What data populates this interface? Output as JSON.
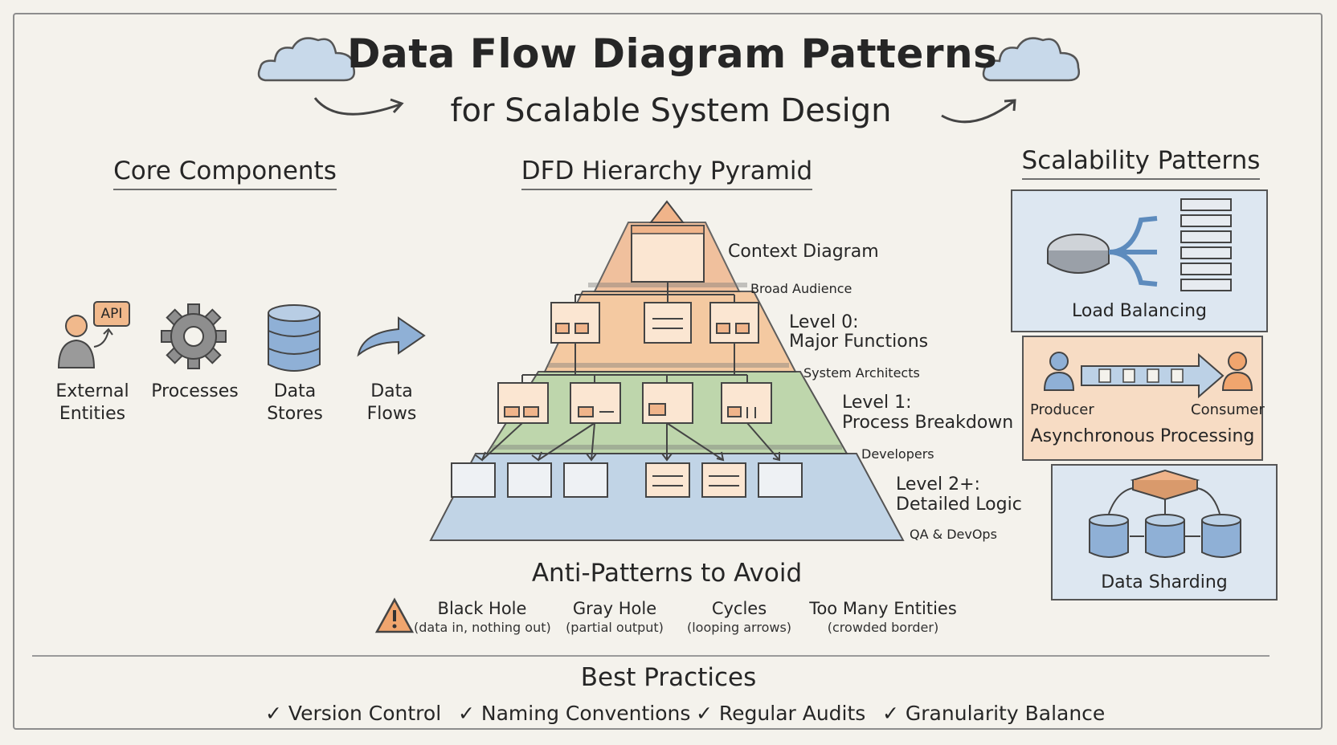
{
  "header": {
    "title": "Data Flow Diagram Patterns",
    "subtitle": "for Scalable System Design"
  },
  "core": {
    "heading": "Core Components",
    "items": [
      {
        "icon": "user-api-icon",
        "label": "External Entities",
        "badge": "API"
      },
      {
        "icon": "gear-icon",
        "label": "Processes"
      },
      {
        "icon": "database-icon",
        "label": "Data Stores"
      },
      {
        "icon": "arrow-icon",
        "label": "Data Flows"
      }
    ]
  },
  "pyramid": {
    "heading": "DFD Hierarchy Pyramid",
    "levels": [
      {
        "title": "Context Diagram",
        "audience": "Broad Audience",
        "color": "#f0b48a"
      },
      {
        "title": "Level 0:",
        "title2": "Major Functions",
        "audience": "System Architects",
        "color": "#f4c294"
      },
      {
        "title": "Level 1:",
        "title2": "Process Breakdown",
        "audience": "Developers",
        "color": "#b9d4a6"
      },
      {
        "title": "Level 2+:",
        "title2": "Detailed Logic",
        "audience": "QA & DevOps",
        "color": "#bcd1e6"
      }
    ]
  },
  "scalability": {
    "heading": "Scalability Patterns",
    "patterns": [
      {
        "label": "Load Balancing",
        "icon": "load-balancer-icon"
      },
      {
        "label": "Asynchronous Processing",
        "producer": "Producer",
        "consumer": "Consumer",
        "icon": "queue-icon"
      },
      {
        "label": "Data Sharding",
        "icon": "shard-icon"
      }
    ]
  },
  "antipatterns": {
    "heading": "Anti-Patterns to Avoid",
    "items": [
      {
        "title": "Black Hole",
        "desc": "(data in, nothing out)"
      },
      {
        "title": "Gray Hole",
        "desc": "(partial output)"
      },
      {
        "title": "Cycles",
        "desc": "(looping arrows)"
      },
      {
        "title": "Too Many Entities",
        "desc": "(crowded border)"
      }
    ]
  },
  "bestpractices": {
    "heading": "Best Practices",
    "check": "✓",
    "items": [
      "Version Control",
      "Naming Conventions",
      "Regular Audits",
      "Granularity Balance"
    ]
  }
}
